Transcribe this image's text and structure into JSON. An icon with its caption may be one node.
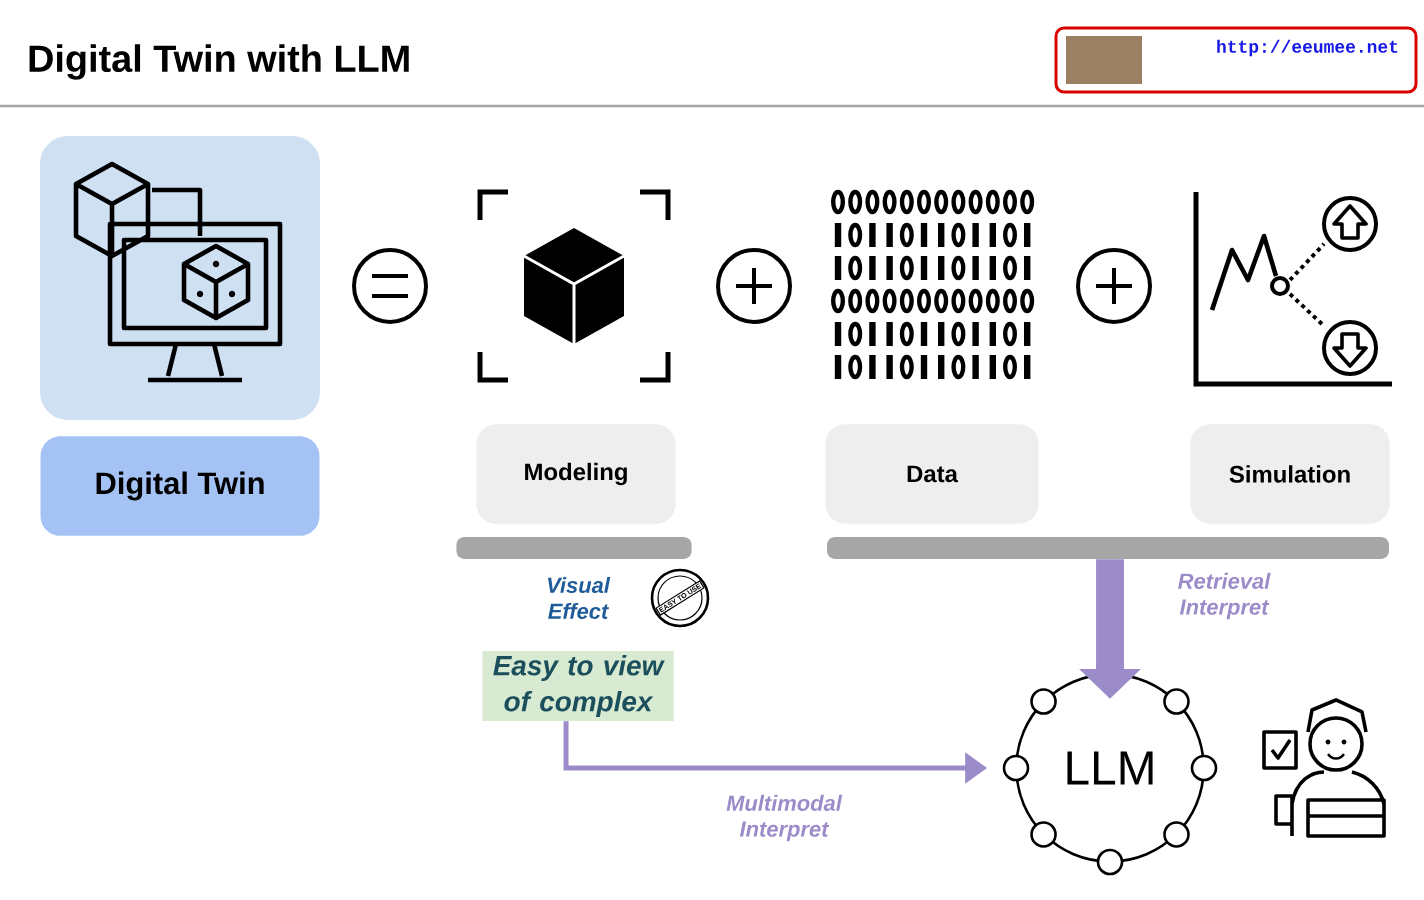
{
  "diagram": {
    "title": "Digital Twin with LLM",
    "nodes": [
      {
        "text": [
          "Digital Twin"
        ]
      },
      {
        "text": [
          "Modeling"
        ]
      },
      {
        "text": [
          "Data"
        ]
      },
      {
        "text": [
          "Simulation"
        ]
      },
      {
        "text": [
          "LLM"
        ]
      },
      {
        "text": [],
        "shape": "bar"
      },
      {
        "text": [],
        "shape": "bar"
      },
      {
        "text": [
          "Easy to view of complex"
        ]
      }
    ],
    "edges": [
      {
        "from": 6,
        "to": 4,
        "arrow": "to",
        "label": "Retrieval Interpret",
        "style": "thick"
      },
      {
        "from": 7,
        "to": 4,
        "arrow": "to",
        "label": "Multimodal Interpret"
      }
    ],
    "labels": [
      "http://eeumee.net",
      "Visual Effect",
      "EASY TO USE"
    ]
  }
}
